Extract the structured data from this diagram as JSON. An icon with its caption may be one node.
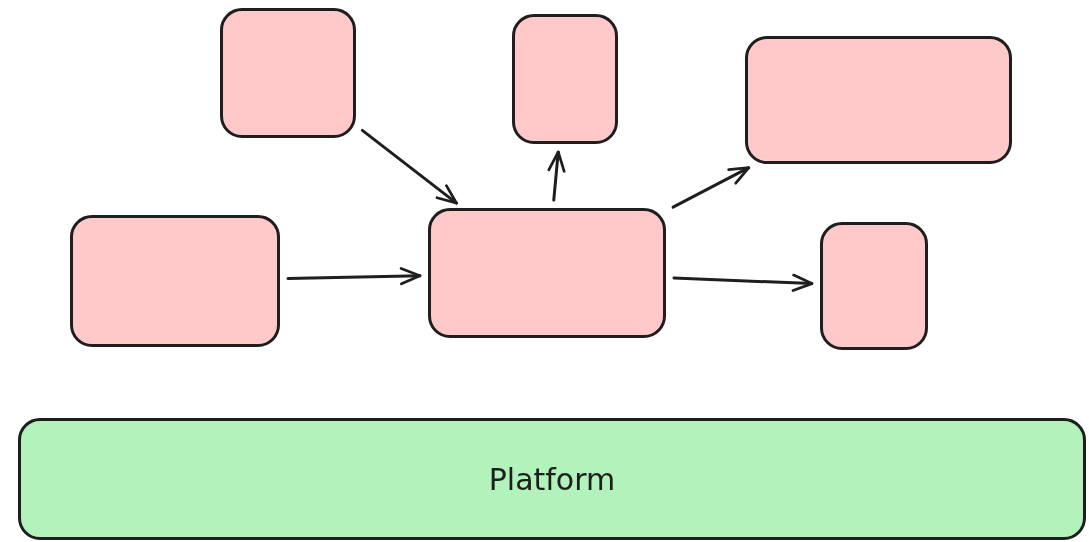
{
  "diagram": {
    "nodes": [
      {
        "text": [],
        "shape": "box"
      },
      {
        "text": [],
        "shape": "box"
      },
      {
        "text": [],
        "shape": "box"
      },
      {
        "text": [],
        "shape": "box"
      },
      {
        "text": [],
        "shape": "box"
      },
      {
        "text": [],
        "shape": "box"
      },
      {
        "text": [
          "Platform"
        ]
      }
    ],
    "edges": [
      {
        "from": 0,
        "to": 4,
        "arrow": "to"
      },
      {
        "from": 3,
        "to": 4,
        "arrow": "to"
      },
      {
        "from": 4,
        "to": 1,
        "arrow": "to"
      },
      {
        "from": 4,
        "to": 2,
        "arrow": "to"
      },
      {
        "from": 4,
        "to": 5,
        "arrow": "to"
      }
    ]
  }
}
